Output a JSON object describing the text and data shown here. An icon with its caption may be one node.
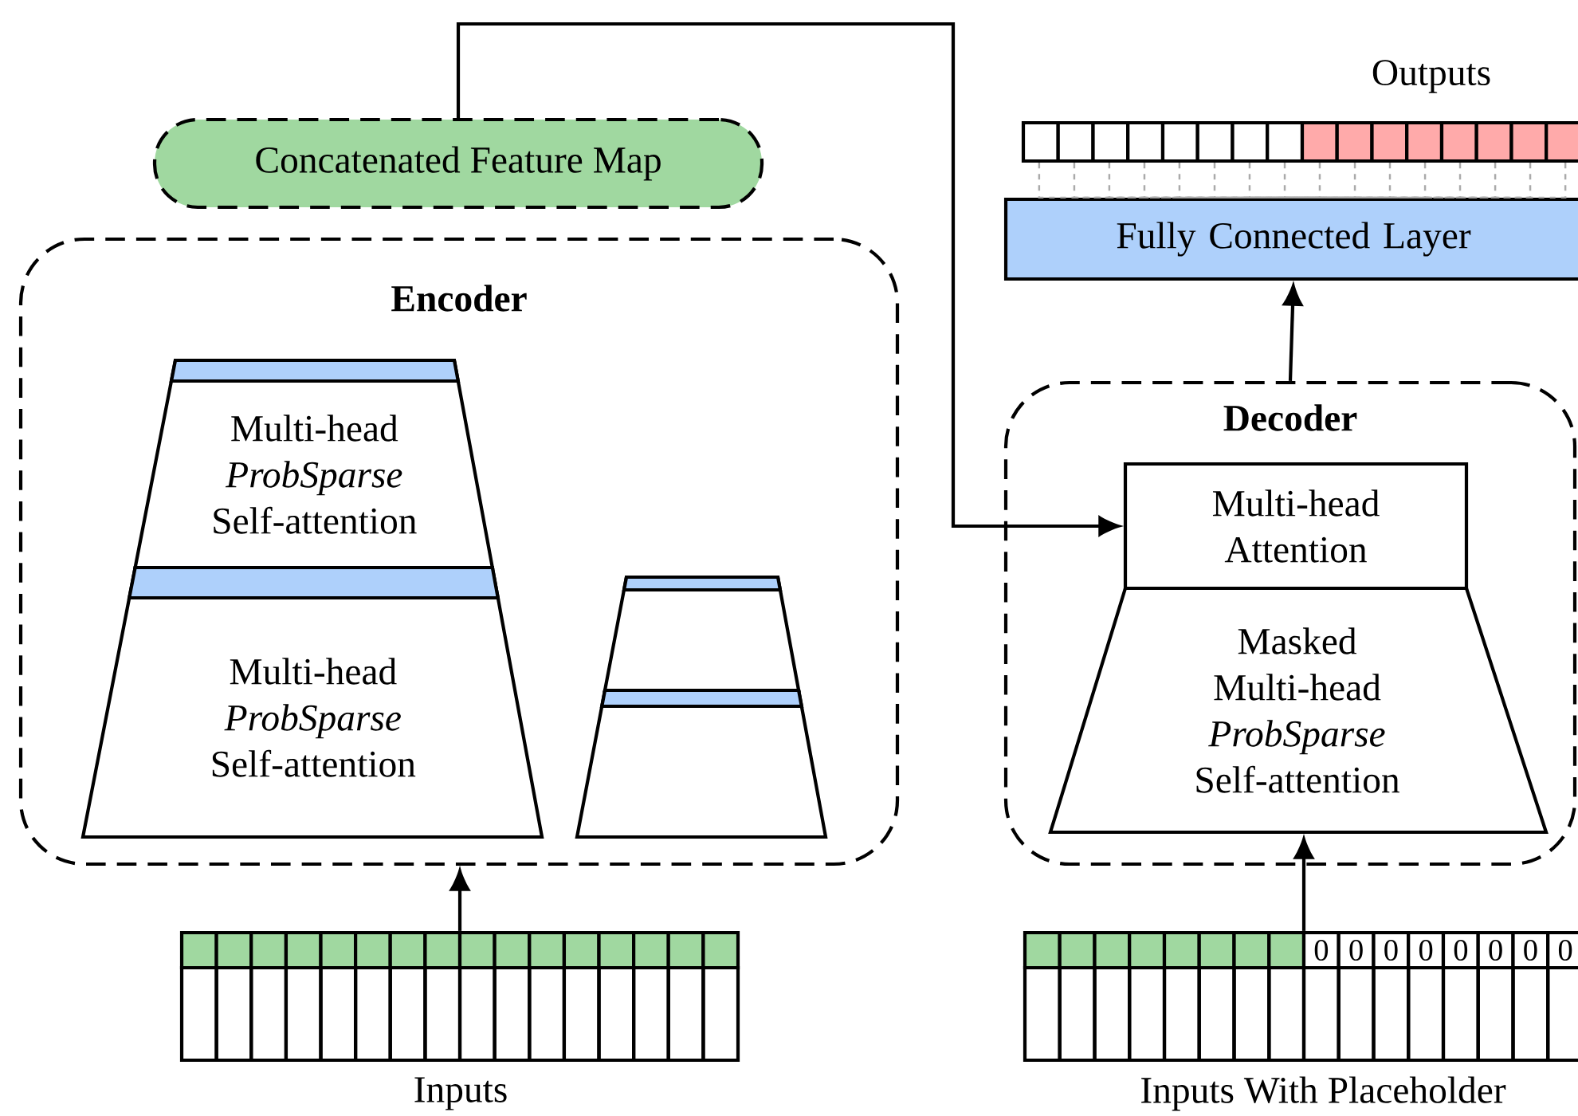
{
  "diagram": {
    "nodes": [
      {
        "text": [
          "Concatenated Feature Map"
        ]
      },
      {
        "text": [
          "Encoder"
        ]
      },
      {
        "text": [
          "Multi-head *ProbSparse* Self-attention"
        ],
        "in": 1
      },
      {
        "text": [
          "Multi-head *ProbSparse* Self-attention"
        ],
        "in": 1
      },
      {
        "text": [],
        "shape": "trapezoid",
        "in": 1
      },
      {
        "text": [],
        "shape": "trapezoid",
        "in": 1
      },
      {
        "text": [
          "Decoder"
        ]
      },
      {
        "text": [
          "Multi-head Attention"
        ],
        "in": 6
      },
      {
        "text": [
          "Masked Multi-head *ProbSparse* Self-attention"
        ],
        "in": 6
      },
      {
        "text": [
          "Fully Connected Layer"
        ]
      },
      {
        "text": [
          "Outputs"
        ]
      },
      {
        "text": [
          "Inputs"
        ]
      },
      {
        "text": [
          "Inputs With Placeholder"
        ]
      }
    ],
    "edges": [
      {
        "from": 11,
        "to": 1,
        "arrow": "to",
        "color": "#000000"
      },
      {
        "from": 0,
        "to": 7,
        "arrow": "to",
        "color": "#000000"
      },
      {
        "from": 12,
        "to": 8,
        "arrow": "to",
        "color": "#000000"
      },
      {
        "from": 6,
        "to": 9,
        "arrow": "to",
        "color": "#000000"
      },
      {
        "from": 9,
        "to": 10,
        "arrow": "none",
        "style": "dashed",
        "color": "#aaaaaa"
      },
      {
        "from": 9,
        "to": 10,
        "arrow": "none",
        "style": "dashed",
        "color": "#aaaaaa"
      },
      {
        "from": 9,
        "to": 10,
        "arrow": "none",
        "style": "dashed",
        "color": "#aaaaaa"
      },
      {
        "from": 9,
        "to": 10,
        "arrow": "none",
        "style": "dashed",
        "color": "#aaaaaa"
      },
      {
        "from": 9,
        "to": 10,
        "arrow": "none",
        "style": "dashed",
        "color": "#aaaaaa"
      },
      {
        "from": 9,
        "to": 10,
        "arrow": "none",
        "style": "dashed",
        "color": "#aaaaaa"
      },
      {
        "from": 9,
        "to": 10,
        "arrow": "none",
        "style": "dashed",
        "color": "#aaaaaa"
      },
      {
        "from": 9,
        "to": 10,
        "arrow": "none",
        "style": "dashed",
        "color": "#aaaaaa"
      },
      {
        "from": 9,
        "to": 10,
        "arrow": "none",
        "style": "dashed",
        "color": "#aaaaaa"
      },
      {
        "from": 9,
        "to": 10,
        "arrow": "none",
        "style": "dashed",
        "color": "#aaaaaa"
      },
      {
        "from": 9,
        "to": 10,
        "arrow": "none",
        "style": "dashed",
        "color": "#aaaaaa"
      },
      {
        "from": 9,
        "to": 10,
        "arrow": "none",
        "style": "dashed",
        "color": "#aaaaaa"
      },
      {
        "from": 9,
        "to": 10,
        "arrow": "none",
        "style": "dashed",
        "color": "#aaaaaa"
      },
      {
        "from": 9,
        "to": 10,
        "arrow": "none",
        "style": "dashed",
        "color": "#aaaaaa"
      },
      {
        "from": 9,
        "to": 10,
        "arrow": "none",
        "style": "dashed",
        "color": "#aaaaaa"
      },
      {
        "from": 9,
        "to": 10,
        "arrow": "none",
        "style": "dashed",
        "color": "#aaaaaa"
      }
    ],
    "labels": [
      "0",
      "0",
      "0",
      "0",
      "0",
      "0",
      "0",
      "0"
    ]
  }
}
